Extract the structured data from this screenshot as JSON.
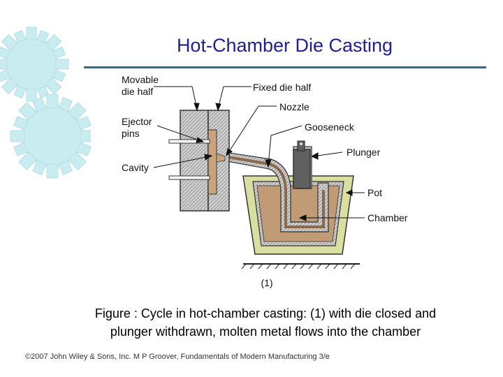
{
  "slide": {
    "title": "Hot-Chamber Die Casting",
    "colors": {
      "title": "#1f1f8f",
      "rule": "#23708f",
      "gear": "#c8ecef"
    }
  },
  "decoration": {
    "icon": "gear-icon"
  },
  "diagram": {
    "labels": {
      "movable_die_half": [
        "Movable",
        "die half"
      ],
      "fixed_die_half": "Fixed die half",
      "nozzle": "Nozzle",
      "ejector_pins": [
        "Ejector",
        "pins"
      ],
      "gooseneck": "Gooseneck",
      "plunger": "Plunger",
      "cavity": "Cavity",
      "pot": "Pot",
      "chamber": "Chamber",
      "figure_number": "(1)"
    }
  },
  "caption": {
    "line1": "Figure :  Cycle in hot‑chamber casting: (1) with die closed and",
    "line2": "plunger withdrawn, molten metal flows into the chamber"
  },
  "footer": "©2007 John Wiley & Sons, Inc.  M P Groover, Fundamentals of Modern Manufacturing 3/e"
}
